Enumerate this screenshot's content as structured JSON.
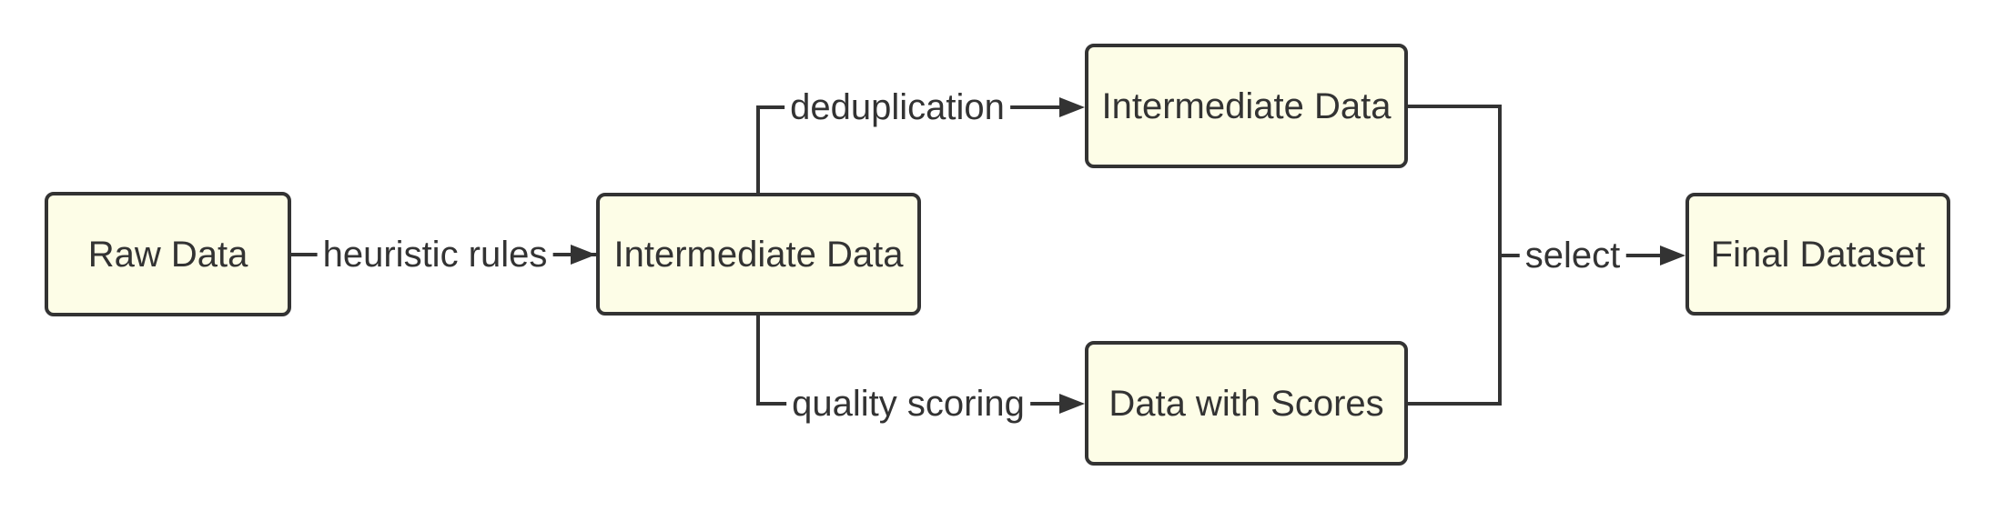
{
  "diagram": {
    "type": "flowchart",
    "direction": "left-to-right",
    "colors": {
      "background": "#ffffff",
      "node_fill": "#fdfde7",
      "stroke": "#333333",
      "text_color": "#333333"
    },
    "nodes": [
      {
        "id": "raw-data",
        "label": "Raw Data"
      },
      {
        "id": "intermediate-mid",
        "label": "Intermediate Data"
      },
      {
        "id": "intermediate-top",
        "label": "Intermediate Data"
      },
      {
        "id": "data-with-scores",
        "label": "Data with Scores"
      },
      {
        "id": "final-dataset",
        "label": "Final Dataset"
      }
    ],
    "edges": [
      {
        "from": "raw-data",
        "to": "intermediate-mid",
        "label": "heuristic rules"
      },
      {
        "from": "intermediate-mid",
        "to": "intermediate-top",
        "label": "deduplication"
      },
      {
        "from": "intermediate-mid",
        "to": "data-with-scores",
        "label": "quality scoring"
      },
      {
        "from": "intermediate-top",
        "to": "merge-junction",
        "label": ""
      },
      {
        "from": "data-with-scores",
        "to": "merge-junction",
        "label": ""
      },
      {
        "from": "merge-junction",
        "to": "final-dataset",
        "label": "select"
      }
    ]
  }
}
